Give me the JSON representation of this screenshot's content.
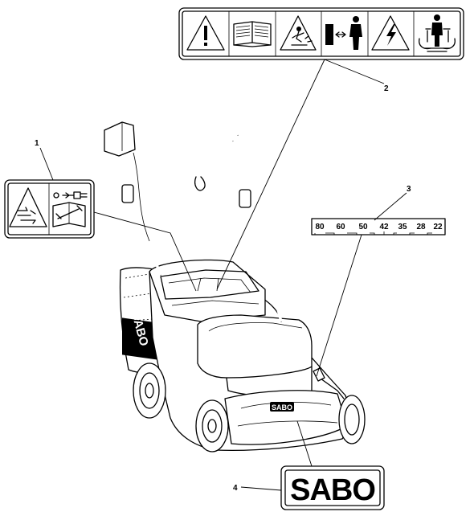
{
  "callouts": {
    "label_1": "1",
    "label_2": "2",
    "label_3": "3",
    "label_4": "4"
  },
  "decal_top": {
    "icons": [
      "warning-icon",
      "manual-book-icon",
      "thrown-object-icon",
      "keep-distance-icon",
      "electric-shock-icon",
      "blade-hazard-icon"
    ]
  },
  "decal_left": {
    "icons": [
      "blade-warning-icon",
      "unplug-before-maintenance-icon"
    ]
  },
  "height_scale": {
    "values": [
      "80",
      "60",
      "50",
      "42",
      "35",
      "28",
      "22"
    ]
  },
  "brand": {
    "logo_text": "SABO",
    "deck_logo_text": "SABO",
    "side_logo_text": "SABO"
  },
  "colors": {
    "ink": "#000000",
    "paper": "#ffffff",
    "shade": "#d9d9d9"
  }
}
